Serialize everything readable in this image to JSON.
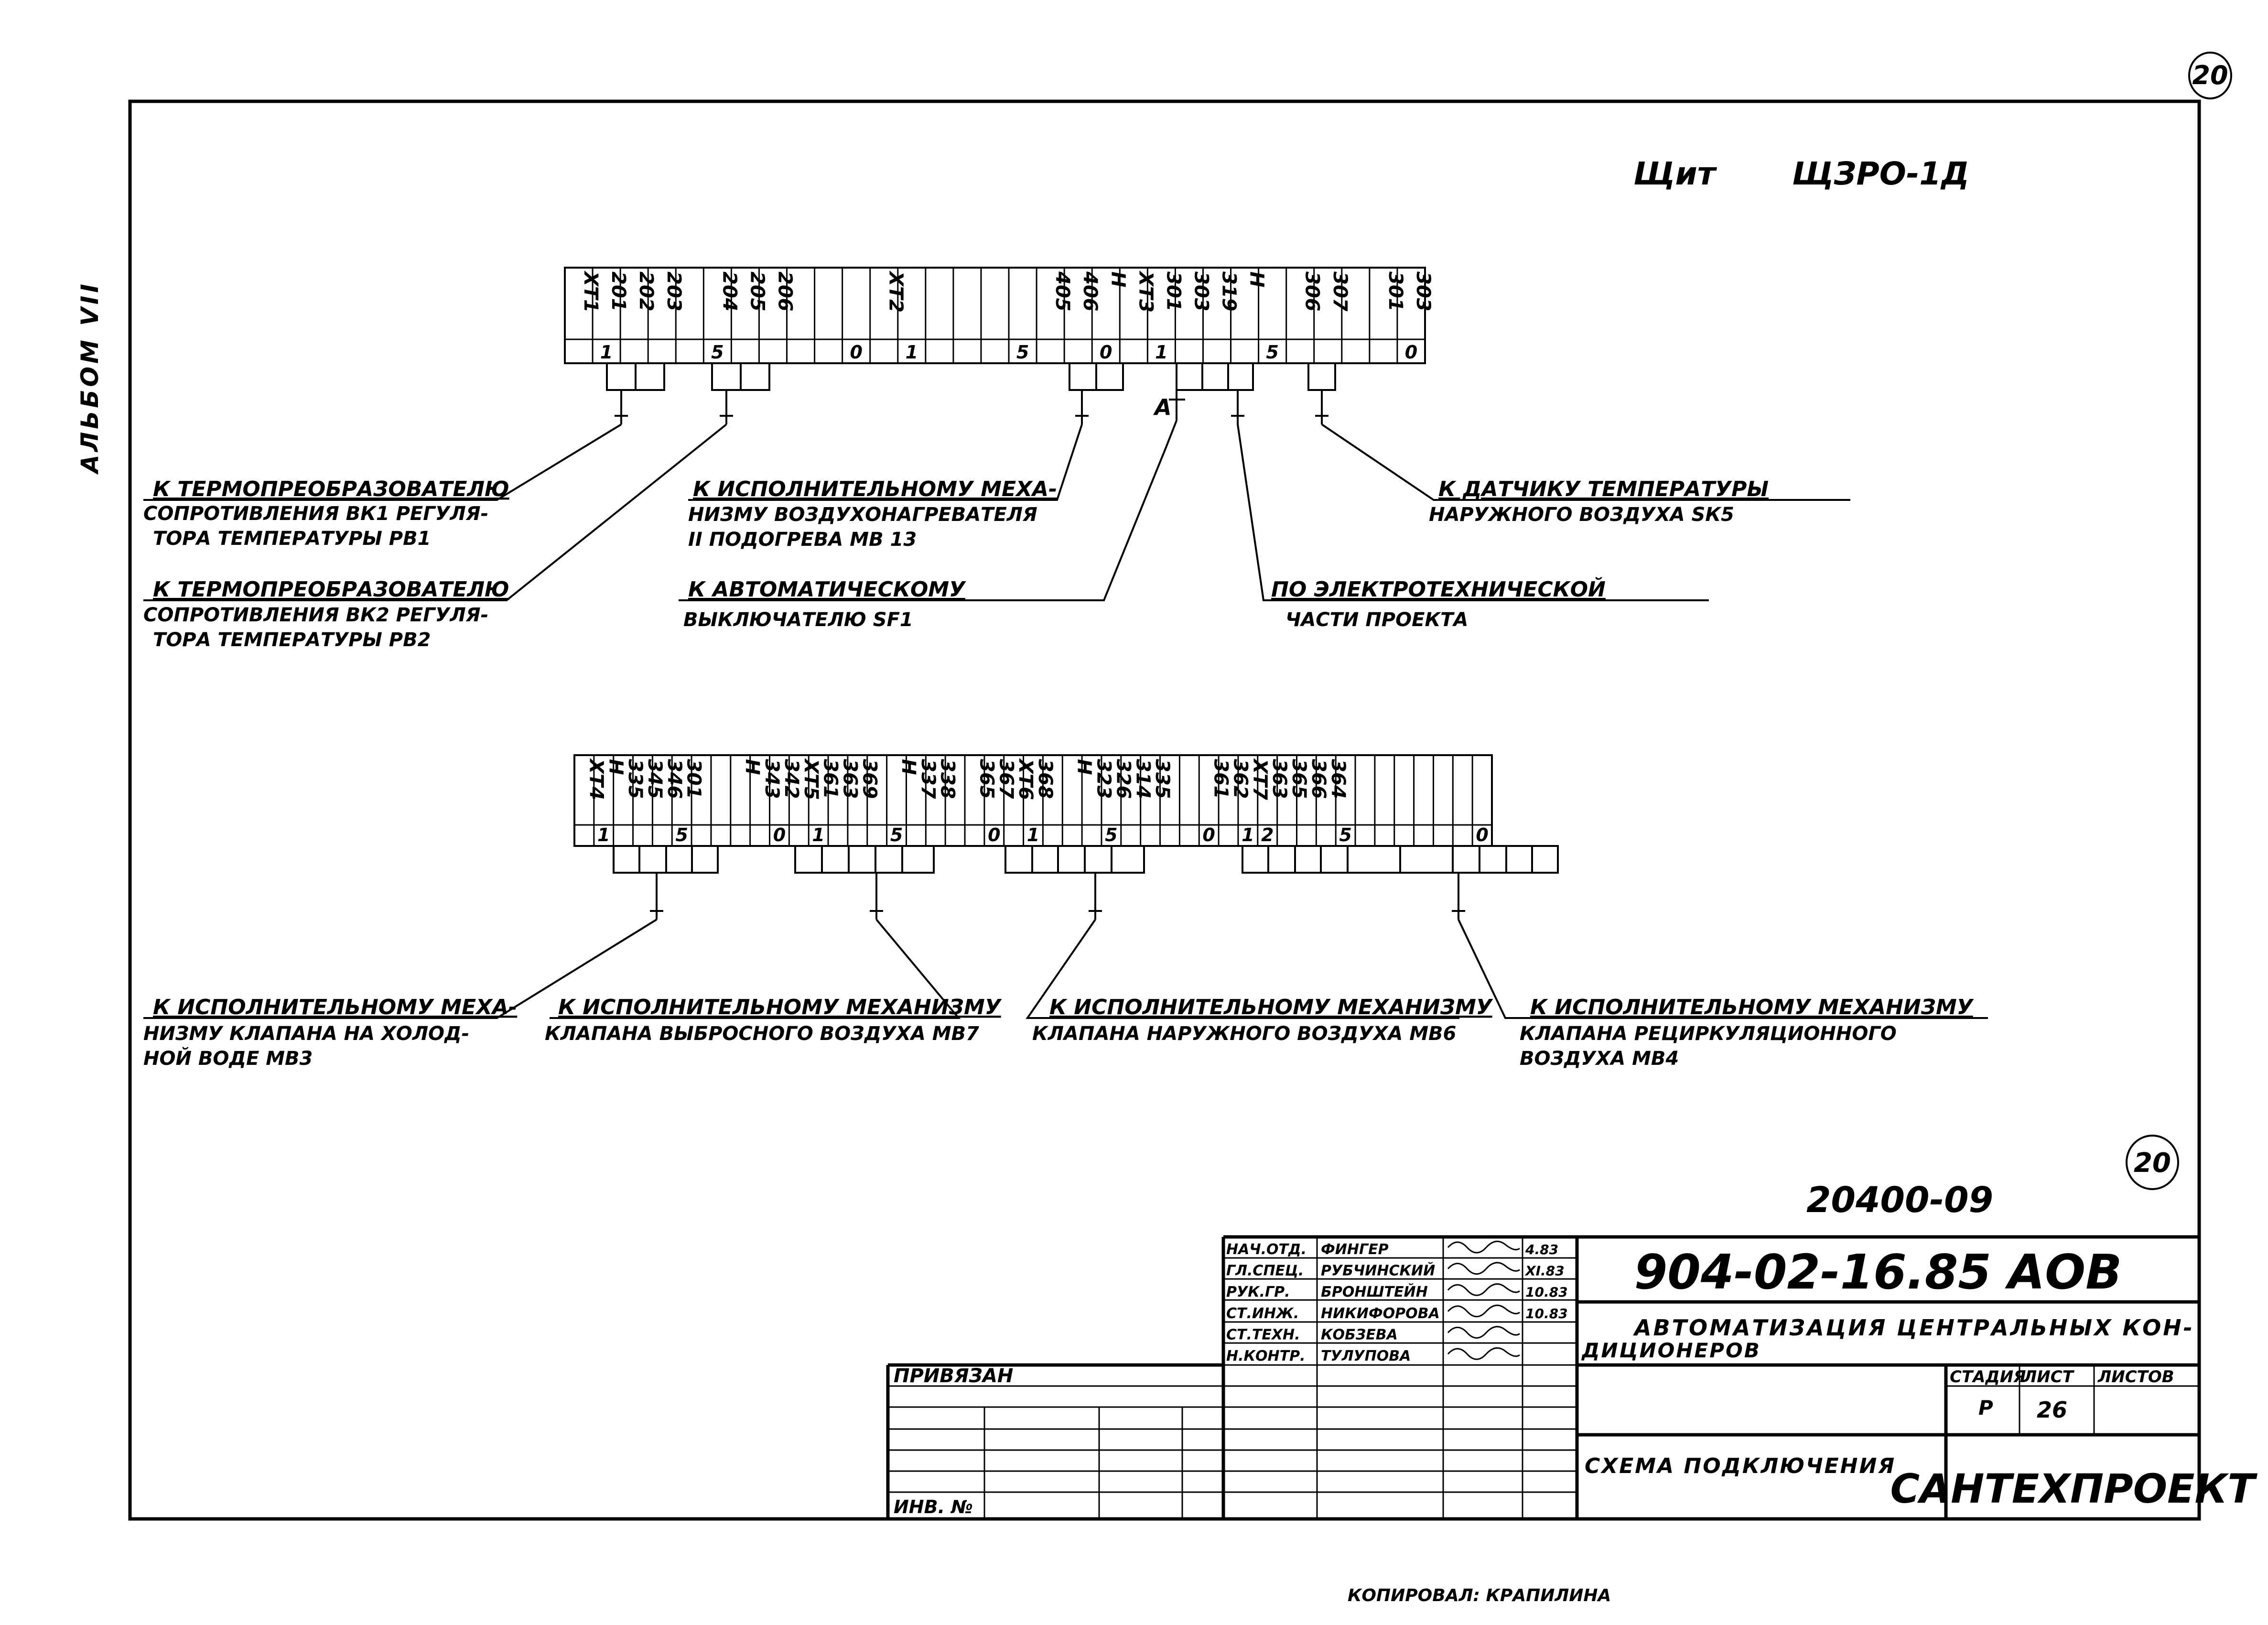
{
  "sheet_number": "20",
  "album": "АЛЬБОМ VII",
  "panel": {
    "label": "Щит",
    "name": "ЩЗРО-1Д"
  },
  "upper_strip": {
    "terminals": [
      "ХТ1",
      "201",
      "202",
      "203",
      "",
      "204",
      "205",
      "206",
      "",
      "",
      "",
      "ХТ2",
      "",
      "",
      "",
      "",
      "",
      "405",
      "406",
      "Н",
      "ХТ3",
      "301",
      "303",
      "319",
      "Н",
      "",
      "306",
      "307",
      "",
      "301",
      "303"
    ],
    "marks": [
      "",
      "1",
      "",
      "",
      "",
      "5",
      "",
      "",
      "",
      "",
      "0",
      "",
      "1",
      "",
      "",
      "",
      "5",
      "",
      "",
      "0",
      "",
      "1",
      "",
      "",
      "",
      "5",
      "",
      "",
      "",
      "",
      "0"
    ],
    "junction_mark": "А"
  },
  "lower_strip": {
    "terminals": [
      "ХТ4",
      "Н",
      "335",
      "345",
      "346",
      "301",
      "",
      "",
      "Н",
      "343",
      "342",
      "ХТ5",
      "361",
      "363",
      "369",
      "",
      "Н",
      "337",
      "338",
      "",
      "365",
      "367",
      "ХТ6",
      "368",
      "",
      "Н",
      "323",
      "326",
      "314",
      "335",
      "",
      "",
      "361",
      "362",
      "ХТ7",
      "363",
      "365",
      "366",
      "364",
      "",
      "",
      "",
      "",
      "",
      "",
      "",
      ""
    ],
    "marks": [
      "",
      "1",
      "",
      "",
      "",
      "5",
      "",
      "",
      "",
      "",
      "0",
      "",
      "1",
      "",
      "",
      "",
      "5",
      "",
      "",
      "",
      "",
      "0",
      "",
      "1",
      "",
      "",
      "",
      "5",
      "",
      "",
      "",
      "",
      "0",
      "",
      "1",
      "2",
      "",
      "",
      "",
      "5",
      "",
      "",
      "",
      "",
      "",
      "",
      "0"
    ]
  },
  "connections_upper": [
    {
      "lines": [
        "К ТЕРМОПРЕОБРАЗОВАТЕЛЮ",
        "СОПРОТИВЛЕНИЯ ВК1 РЕГУЛЯ-",
        "ТОРА ТЕМПЕРАТУРЫ  РВ1"
      ]
    },
    {
      "lines": [
        "К ТЕРМОПРЕОБРАЗОВАТЕЛЮ",
        "СОПРОТИВЛЕНИЯ  ВК2 РЕГУЛЯ-",
        "ТОРА  ТЕМПЕРАТУРЫ  РВ2"
      ]
    },
    {
      "lines": [
        "К ИСПОЛНИТЕЛЬНОМУ МЕХА-",
        "НИЗМУ ВОЗДУХОНАГРЕВАТЕЛЯ",
        "II ПОДОГРЕВА МВ 13"
      ]
    },
    {
      "lines": [
        "К   АВТОМАТИЧЕСКОМУ",
        "ВЫКЛЮЧАТЕЛЮ   SF1"
      ]
    },
    {
      "lines": [
        "ПО  ЭЛЕКТРОТЕХНИЧЕСКОЙ",
        "ЧАСТИ    ПРОЕКТА"
      ]
    },
    {
      "lines": [
        "К ДАТЧИКУ  ТЕМПЕРАТУРЫ",
        "НАРУЖНОГО  ВОЗДУХА  SК5"
      ]
    }
  ],
  "connections_lower": [
    {
      "lines": [
        "К ИСПОЛНИТЕЛЬНОМУ МЕХА-",
        "НИЗМУ КЛАПАНА НА ХОЛОД-",
        "НОЙ ВОДЕ  МВ3"
      ]
    },
    {
      "lines": [
        "К ИСПОЛНИТЕЛЬНОМУ МЕХАНИЗМУ",
        "КЛАПАНА  ВЫБРОСНОГО ВОЗДУХА МВ7"
      ]
    },
    {
      "lines": [
        "К ИСПОЛНИТЕЛЬНОМУ  МЕХАНИЗМУ",
        "КЛАПАНА  НАРУЖНОГО  ВОЗДУХА МВ6"
      ]
    },
    {
      "lines": [
        "К ИСПОЛНИТЕЛЬНОМУ   МЕХАНИЗМУ",
        "КЛАПАНА   РЕЦИРКУЛЯЦИОННОГО",
        "ВОЗДУХА  МВ4"
      ]
    }
  ],
  "stamp_circle": "20",
  "order_number": "20400-09",
  "title_block": {
    "document_code": "904-02-16.85  АОВ",
    "title": "АВТОМАТИЗАЦИЯ  ЦЕНТРАЛЬНЫХ  КОНДИЦИОНЕРОВ",
    "title_line1": "АВТОМАТИЗАЦИЯ  ЦЕНТРАЛЬНЫХ  КОН-",
    "title_line2": "ДИЦИОНЕРОВ",
    "sheet_title": "СХЕМА  ПОДКЛЮЧЕНИЯ",
    "organization": "САНТЕХПРОЕКТ",
    "stage_header": "СТАДИЯ",
    "sheet_header": "ЛИСТ",
    "sheets_header": "ЛИСТОВ",
    "stage": "Р",
    "sheet": "26",
    "sheets": "",
    "signatures": [
      {
        "role": "НАЧ.ОТД.",
        "name": "ФИНГЕР",
        "date": "4.83"
      },
      {
        "role": "ГЛ.СПЕЦ.",
        "name": "РУБЧИНСКИЙ",
        "date": "XI.83"
      },
      {
        "role": "РУК.ГР.",
        "name": "БРОНШТЕЙН",
        "date": "10.83"
      },
      {
        "role": "СТ.ИНЖ.",
        "name": "НИКИФОРОВА",
        "date": "10.83"
      },
      {
        "role": "СТ.ТЕХН.",
        "name": "КОБЗЕВА",
        "date": ""
      },
      {
        "role": "Н.КОНТР.",
        "name": "ТУЛУПОВА",
        "date": ""
      }
    ],
    "linked_label": "ПРИВЯЗАН",
    "inventory_label": "ИНВ. №"
  },
  "copied_by": "КОПИРОВАЛ: КРАПИЛИНА"
}
